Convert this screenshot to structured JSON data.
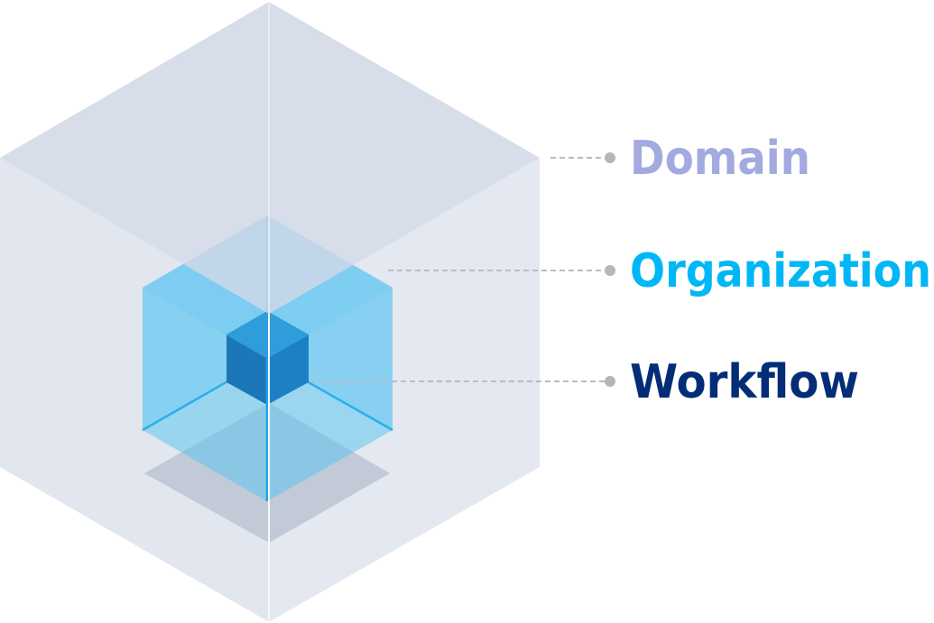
{
  "colors": {
    "outer_top": "#ced7e5",
    "outer_left": "#e2e6ef",
    "outer_right": "#e4e8f0",
    "outer_edge": "#f7f8fb",
    "middle_face": "#5bc5f2",
    "middle_edge": "#15a7ea",
    "inner_top": "#0a7cc9",
    "inner_left": "#0559a3",
    "inner_right": "#0666b4",
    "connector": "#b9bcc4",
    "dot": "#b3b6be"
  },
  "layers": [
    {
      "id": "domain",
      "label": "Domain",
      "color": "#a3aadf"
    },
    {
      "id": "organization",
      "label": "Organization",
      "color": "#00b7f5"
    },
    {
      "id": "workflow",
      "label": "Workflow",
      "color": "#032d77"
    }
  ]
}
